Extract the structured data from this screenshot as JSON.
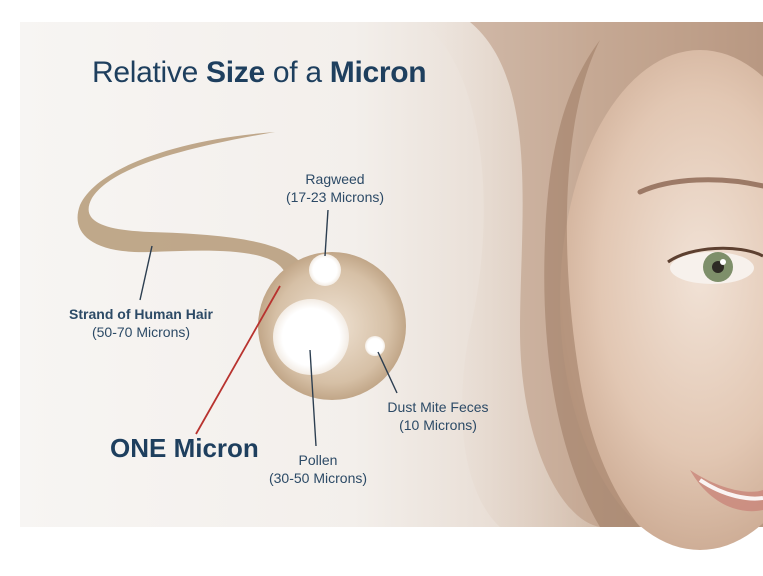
{
  "title": {
    "part1": "Relative ",
    "part2": "Size",
    "part3": " of a ",
    "part4": "Micron"
  },
  "labels": {
    "ragweed_name": "Ragweed",
    "ragweed_size": "(17-23 Microns)",
    "hair_name": "Strand of Human Hair",
    "hair_size": "(50-70 Microns)",
    "dust_name": "Dust Mite Feces",
    "dust_size": "(10 Microns)",
    "pollen_name": "Pollen",
    "pollen_size": "(30-50 Microns)",
    "one_micron": "ONE Micron"
  },
  "colors": {
    "title": "#1e3f5e",
    "label": "#2c4a66",
    "micron_line": "#b8332f",
    "hair": "#b59a78"
  }
}
